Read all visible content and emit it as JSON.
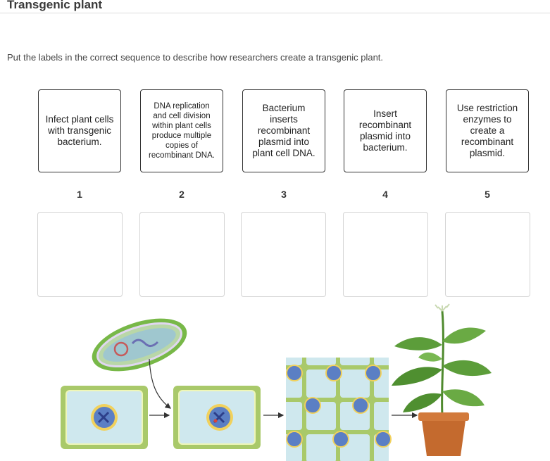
{
  "title": "Transgenic plant",
  "instructions": "Put the labels in the correct sequence to describe how researchers create a transgenic plant.",
  "labels": [
    {
      "text": "Infect plant cells with transgenic bacterium."
    },
    {
      "text": "DNA replication and cell division within plant cells produce multiple copies of recombinant DNA."
    },
    {
      "text": "Bacterium inserts recombinant plasmid into plant cell DNA."
    },
    {
      "text": "Insert recombinant plasmid into bacterium."
    },
    {
      "text": "Use restriction enzymes to create a recombinant plasmid."
    }
  ],
  "sequence_numbers": [
    "1",
    "2",
    "3",
    "4",
    "5"
  ],
  "colors": {
    "cell_wall": "#a9c96a",
    "cytoplasm": "#cfe8ee",
    "nucleus": "#5b7fc4",
    "leaf": "#5c9d3a",
    "pot": "#c46a2e"
  }
}
